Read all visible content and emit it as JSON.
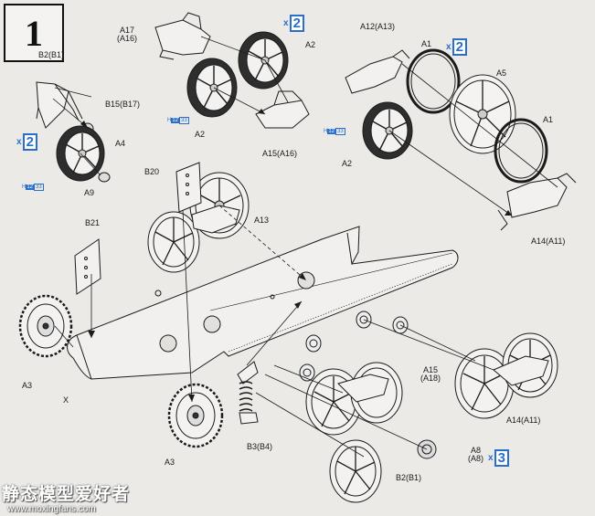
{
  "step_number": "1",
  "quantity_markers": [
    {
      "prefix": "x",
      "count": "2"
    },
    {
      "prefix": "x",
      "count": "2"
    },
    {
      "prefix": "x",
      "count": "2"
    },
    {
      "prefix": "x",
      "count": "3"
    }
  ],
  "hole_marks": [
    {
      "prefix": "H",
      "size_a": "12",
      "size_b": "33"
    },
    {
      "prefix": "H",
      "size_a": "12",
      "size_b": "33"
    },
    {
      "prefix": "H",
      "size_a": "12",
      "size_b": "33"
    }
  ],
  "part_labels": [
    "A17\n(A16)",
    "A2",
    "A12(A13)",
    "A1",
    "A5",
    "A1",
    "B2(B1)",
    "B15(B17)",
    "A4",
    "A9",
    "A2",
    "A15(A16)",
    "A2",
    "A14(A11)",
    "B20",
    "A13",
    "B21",
    "A3",
    "X",
    "A15\n(A18)",
    "A14(A11)",
    "A3",
    "B3(B4)",
    "A8\n(A8)",
    "B2(B1)"
  ],
  "watermark": {
    "site_name": "静态模型爱好者",
    "url": "www.moxingfans.com"
  }
}
